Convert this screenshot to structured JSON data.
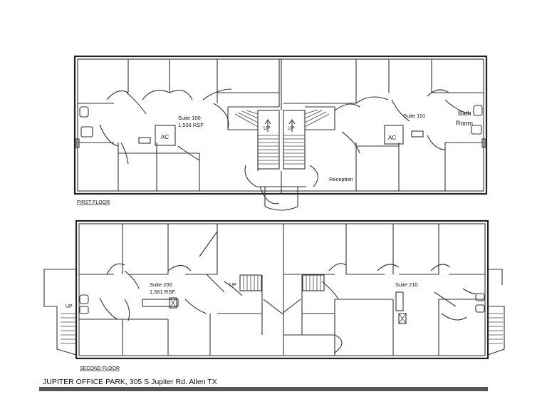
{
  "floors": {
    "first": {
      "floor_label": "FIRST FLOOR",
      "suite_100": {
        "name": "Suite 100",
        "size": "1,536 RSF"
      },
      "suite_110": {
        "name": "Suite 110"
      },
      "ac_left": "AC",
      "ac_right": "AC",
      "up_left": "UP",
      "up_right": "UP",
      "bath": "Bath",
      "room": "Room",
      "reception": "Reception"
    },
    "second": {
      "floor_label": "SECOND FLOOR",
      "suite_200": {
        "name": "Suite 200",
        "size": "1,561 RSF"
      },
      "suite_210": {
        "name": "Suite 210"
      },
      "up_stair_left": "UP",
      "up_center": "UP"
    }
  },
  "footer": {
    "caption": "JUPITER OFFICE PARK, 305 S Jupiter Rd. Allen TX"
  }
}
